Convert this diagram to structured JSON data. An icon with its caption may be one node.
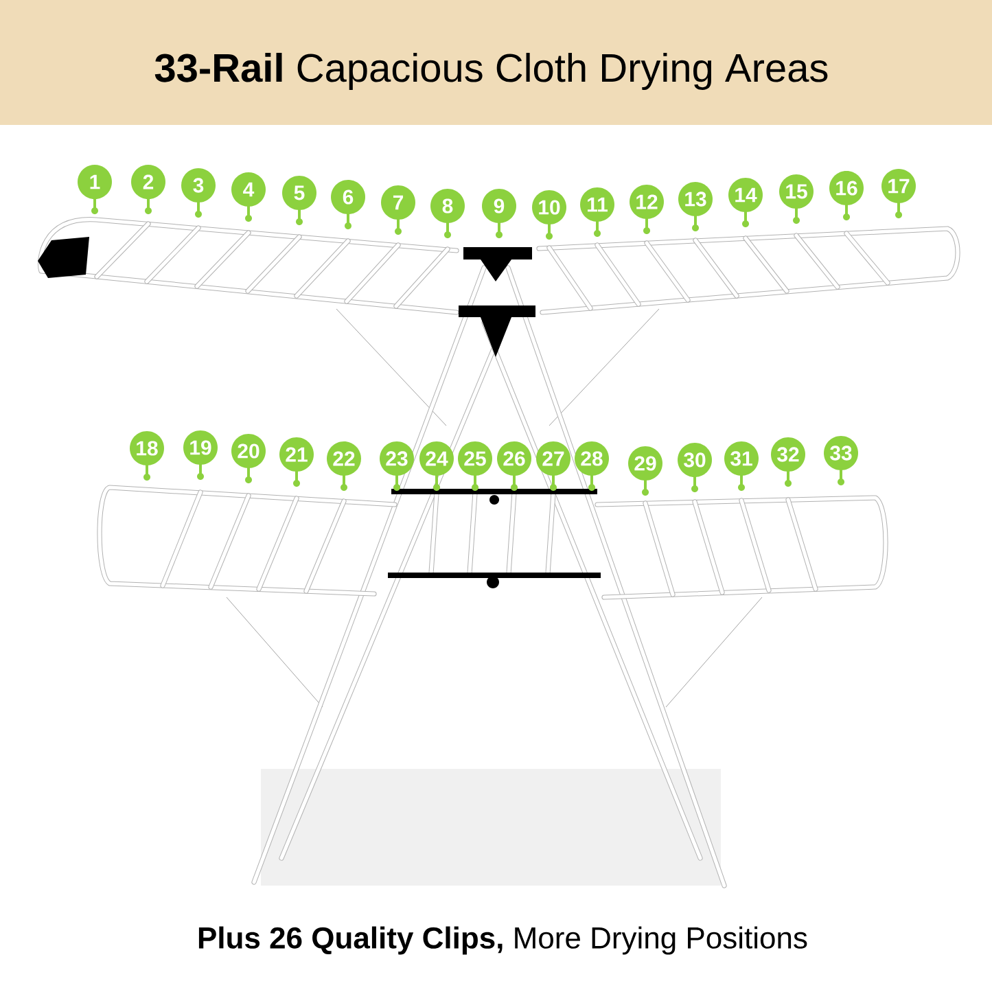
{
  "diagram": {
    "title": "**33-Rail** Capacious Cloth Drying Areas",
    "caption": "**Plus 26 Quality Clips,** More Drying Positions",
    "labels": [
      "1",
      "2",
      "3",
      "4",
      "5",
      "6",
      "7",
      "8",
      "9",
      "10",
      "11",
      "12",
      "13",
      "14",
      "15",
      "16",
      "17",
      "18",
      "19",
      "20",
      "21",
      "22",
      "23",
      "24",
      "25",
      "26",
      "27",
      "28",
      "29",
      "30",
      "31",
      "32",
      "33"
    ]
  }
}
